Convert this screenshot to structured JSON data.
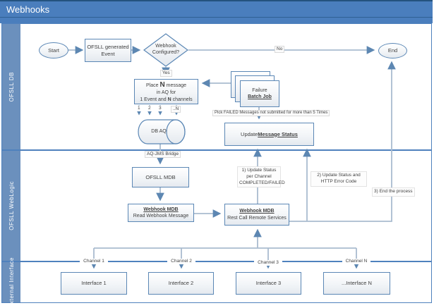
{
  "title": "Webhooks",
  "lanes": [
    {
      "label": "OFSLL DB"
    },
    {
      "label": "OFSLL WebLogic"
    },
    {
      "label": "External Interface"
    }
  ],
  "nodes": {
    "start": "Start",
    "end": "End",
    "event": "OFSLL generated Event",
    "decision": "Webhook Configured?",
    "place": {
      "l1_pre": "Place ",
      "l1_n": "N",
      "l1_post": " message",
      "l2": "in AQ for",
      "l3_pre": "1 Event and ",
      "l3_n": "N",
      "l3_post": " channels"
    },
    "db_aq": "DB AQ",
    "failure": {
      "l1": "Failure",
      "l2": "Batch Job"
    },
    "update_status": {
      "pre": "Update ",
      "em": "Message Status"
    },
    "ofsll_mdb": "OFSLL MDB",
    "mdb_read": {
      "title": "Webhook MDB",
      "sub": "Read Webhook Message"
    },
    "mdb_rest": {
      "title": "Webhook MDB",
      "sub": "Rest Call Remote Services"
    },
    "interfaces": [
      "Interface 1",
      "Interface 2",
      "Interface 3",
      "...Interface N"
    ]
  },
  "labels": {
    "yes": "Yes",
    "no": "No",
    "queue_numbers": [
      "1",
      "2",
      "3",
      "..N"
    ],
    "pick_failed": "Pick FAILED Messages not submitted for more than 5 Times",
    "aq_jms": "AQ-JMS Bridge",
    "note1": [
      "1) Update Status",
      "per Channel",
      "COMPLETED/FAILED"
    ],
    "note2": [
      "2) Update Status and",
      "HTTP Error Code"
    ],
    "note3": "3) End the process",
    "channels": [
      "Channel 1",
      "Channel 2",
      "Channel 3",
      "Channel N"
    ]
  },
  "colors": {
    "title_bar": "#4a7ebd",
    "title_bar_top_line": "#24527e",
    "lane_strip": "#6b90bd",
    "lane_border": "#4f81bd",
    "shape_border": "#5b87b5",
    "connector": "#a9bccf",
    "arrowhead": "#5d87b2",
    "text": "#3f3f3f"
  }
}
